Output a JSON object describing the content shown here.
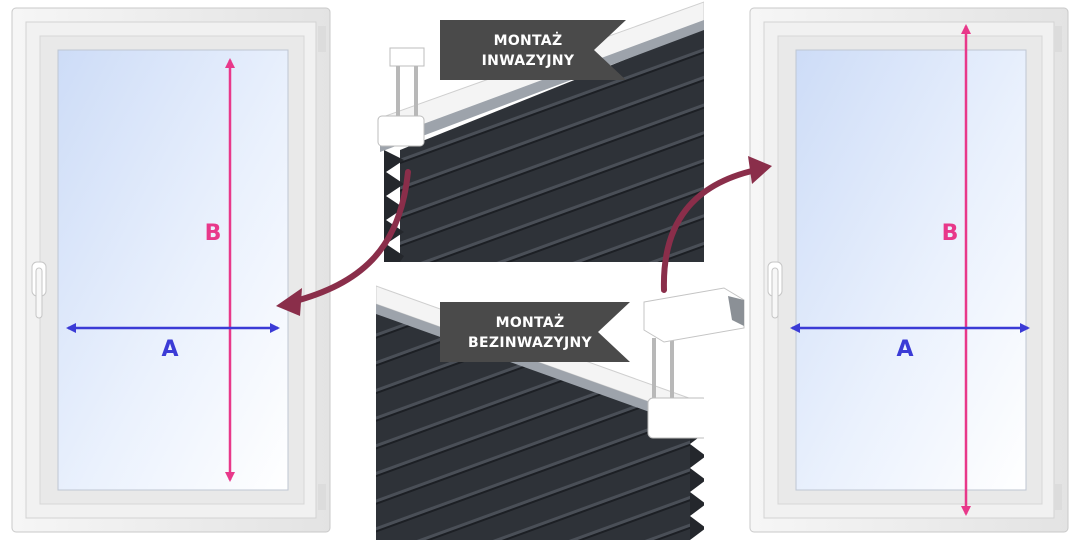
{
  "labels": {
    "inside_mount_line1": "MONTAŻ",
    "inside_mount_line2": "INWAZYJNY",
    "outside_mount_line1": "MONTAŻ",
    "outside_mount_line2": "BEZINWAZYJNY",
    "left_width": "A",
    "left_height": "B",
    "right_width": "A",
    "right_height": "B"
  },
  "colors": {
    "width_arrow": "#3b3bd6",
    "height_arrow": "#e8388a",
    "curve_arrow": "#8a2e4a",
    "label_bg": "#4a4a4a",
    "blind_fabric": "#2f333a",
    "window_frame": "#ececec",
    "glass": "#dfe9fa"
  },
  "icons": [
    "curved-arrow-icon",
    "mounting-bracket-icon",
    "window-handle-icon",
    "window-hinge-icon"
  ]
}
